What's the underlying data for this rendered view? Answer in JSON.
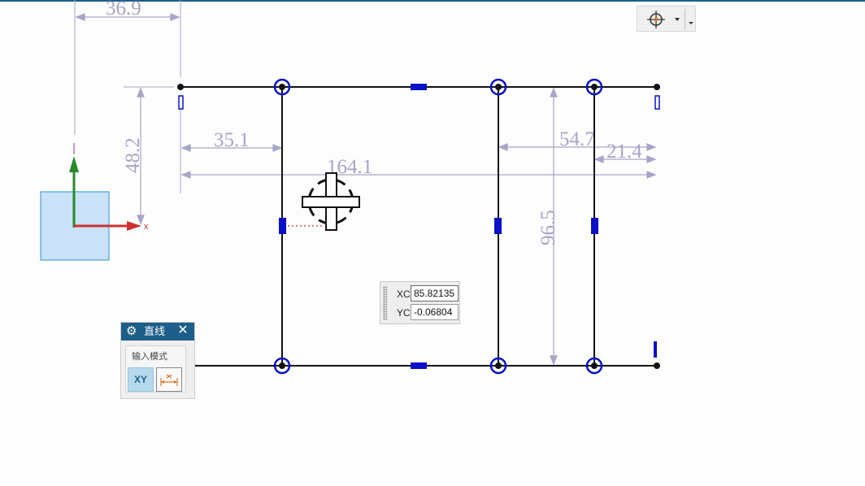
{
  "dimensions": {
    "d1": "36.9",
    "d2": "48.2",
    "d3": "35.1",
    "d4": "164.1",
    "d5": "54.7",
    "d6": "21.4",
    "d7": "96.5"
  },
  "axes": {
    "x_label": "x"
  },
  "coordinates": {
    "xc_label": "XC",
    "xc_value": "85.82135",
    "yc_label": "YC",
    "yc_value": "-0.06804"
  },
  "line_dialog": {
    "title": "直线",
    "group_label": "输入模式",
    "xy_mode_label": "XY",
    "icon_settings": "gear-icon",
    "icon_close": "close-icon",
    "icon_param": "parameter-mode-icon"
  },
  "snap_toolbar": {
    "icon": "point-snap-icon",
    "dropdown_icon": "chevron-down-icon"
  },
  "colors": {
    "title_bar": "#1d5f8a",
    "constraint": "#0a10c8",
    "dimension": "#a7a5c8",
    "geometry": "#111111",
    "csys_box": "#c9e2f7",
    "axis_y": "#2a8a2a",
    "axis_x": "#d03030"
  }
}
